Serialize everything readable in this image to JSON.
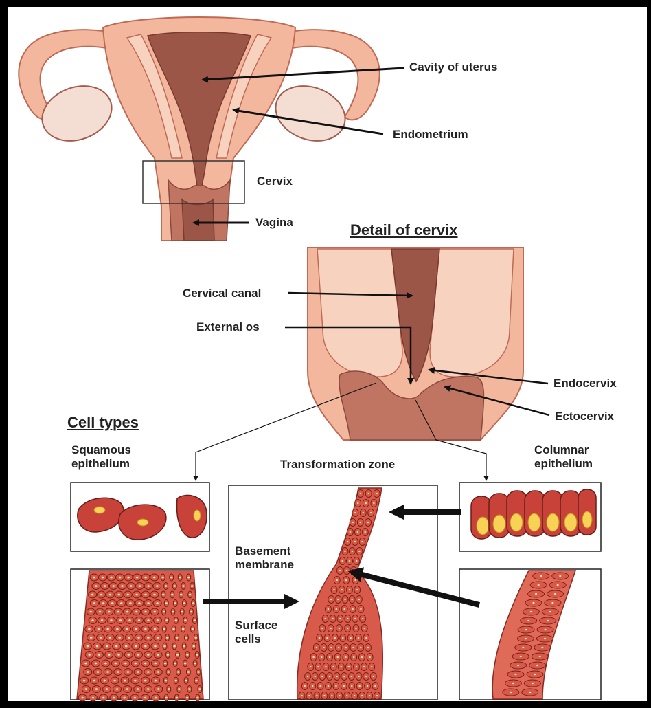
{
  "labels": {
    "cavity_of_uterus": "Cavity of uterus",
    "endometrium": "Endometrium",
    "cervix": "Cervix",
    "vagina": "Vagina",
    "detail_of_cervix": "Detail of cervix",
    "cervical_canal": "Cervical canal",
    "external_os": "External os",
    "endocervix": "Endocervix",
    "ectocervix": "Ectocervix",
    "cell_types": "Cell types",
    "squamous_epithelium": "Squamous\nepithelium",
    "transformation_zone": "Transformation zone",
    "columnar_epithelium": "Columnar\nepithelium",
    "basement_membrane": "Basement\nmembrane",
    "surface_cells": "Surface\ncells"
  },
  "colors": {
    "tissue": "#f2b79c",
    "tissue_dark": "#9c5648",
    "cell": "#c8423a",
    "nucleus": "#f7d255",
    "frame": "#000000"
  }
}
